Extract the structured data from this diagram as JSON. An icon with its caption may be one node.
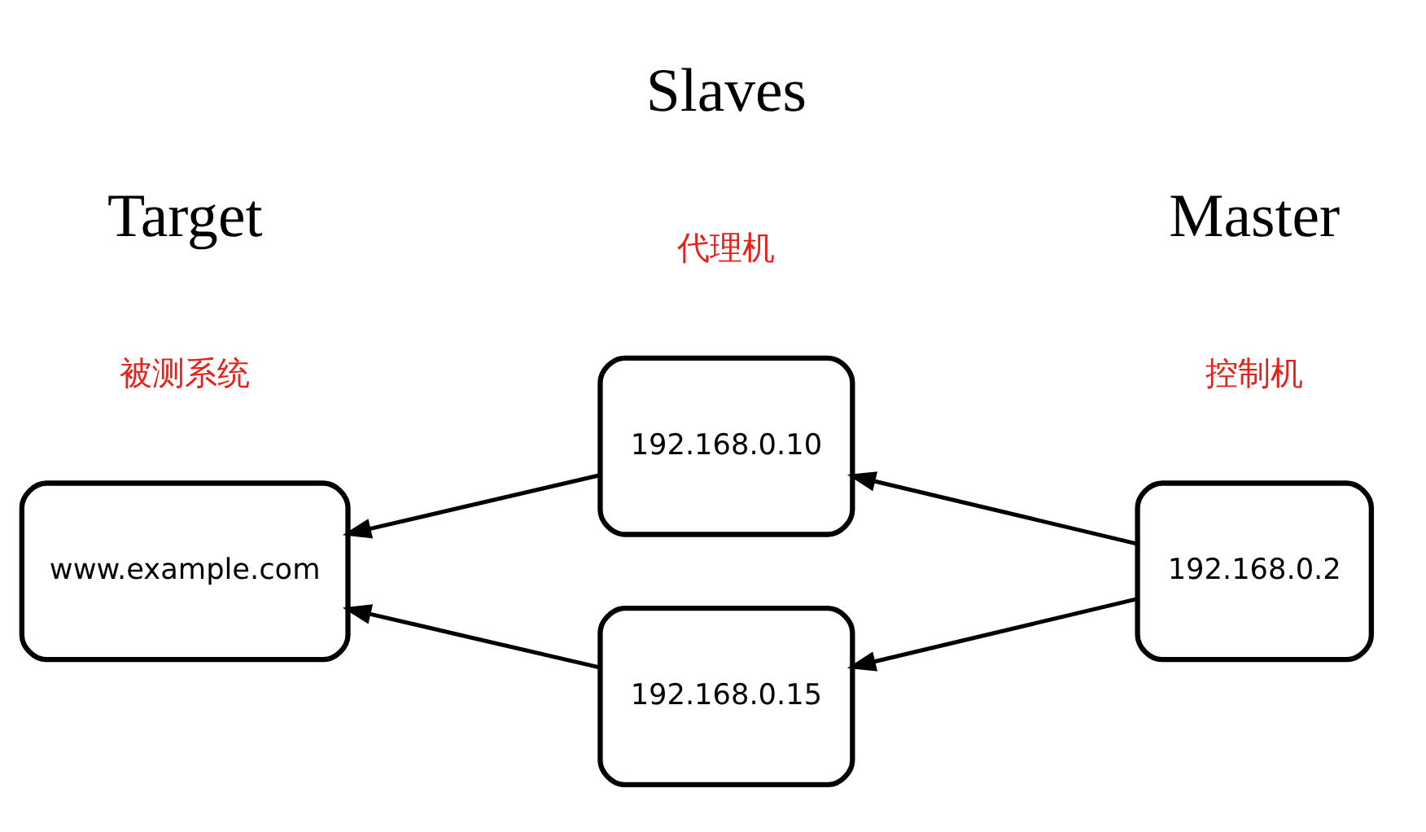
{
  "diagram": {
    "nodes": [
      {
        "text": [
          "www.example.com"
        ]
      },
      {
        "text": [
          "192.168.0.10"
        ]
      },
      {
        "text": [
          "192.168.0.15"
        ]
      },
      {
        "text": [
          "192.168.0.2"
        ]
      }
    ],
    "edges": [
      {
        "from": 3,
        "to": 1,
        "arrow": "to"
      },
      {
        "from": 3,
        "to": 2,
        "arrow": "to"
      },
      {
        "from": 1,
        "to": 0,
        "arrow": "to"
      },
      {
        "from": 2,
        "to": 0,
        "arrow": "to"
      }
    ],
    "labels": [
      "Target",
      "Slaves",
      "Master",
      "被测系统",
      "代理机",
      "控制机"
    ]
  }
}
